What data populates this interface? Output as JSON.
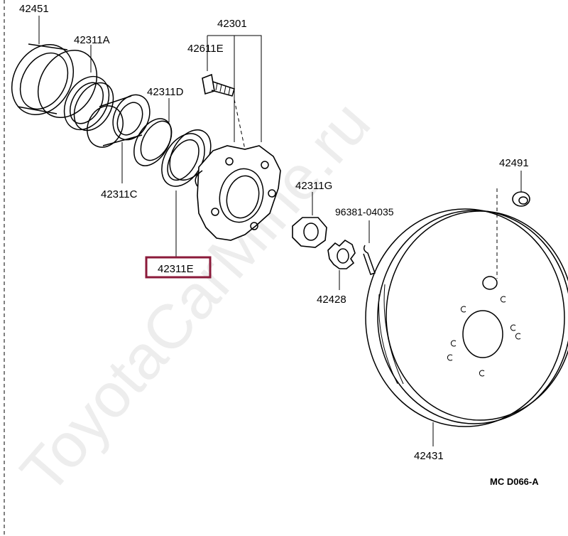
{
  "watermark": "ToyotaCarMine.ru",
  "diagram_code": "MC  D066-A",
  "highlight_color": "#8b1a3a",
  "parts": {
    "p42451": "42451",
    "p42311A": "42311A",
    "p42301": "42301",
    "p42611E": "42611E",
    "p42311D": "42311D",
    "p42311C": "42311C",
    "p42311E": "42311E",
    "p42311G": "42311G",
    "p42491": "42491",
    "p96381": "96381-04035",
    "p42428": "42428",
    "p42431": "42431"
  },
  "selected_part": "42311E"
}
